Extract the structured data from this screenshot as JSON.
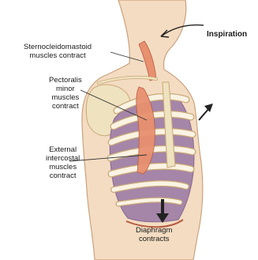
{
  "diagram": {
    "heading": "Inspiration",
    "labels": {
      "sternocleidomastoid_line1": "Sternocleidomastoid",
      "sternocleidomastoid_line2": "muscles contract",
      "pectoralis_line1": "Pectoralis",
      "pectoralis_line2": "minor",
      "pectoralis_line3": "muscles",
      "pectoralis_line4": "contract",
      "intercostal_line1": "External",
      "intercostal_line2": "intercostal",
      "intercostal_line3": "muscles",
      "intercostal_line4": "contract",
      "diaphragm_line1": "Diaphragm",
      "diaphragm_line2": "contracts"
    },
    "colors": {
      "skin": "#f4dcc2",
      "skin_edge": "#c9a27e",
      "rib": "#fbf3e3",
      "rib_edge": "#c8a878",
      "lung": "#a585a8",
      "lung_dark": "#8a6a90",
      "muscle": "#e89070",
      "bone": "#efe2bf",
      "arrow": "#222222"
    }
  }
}
